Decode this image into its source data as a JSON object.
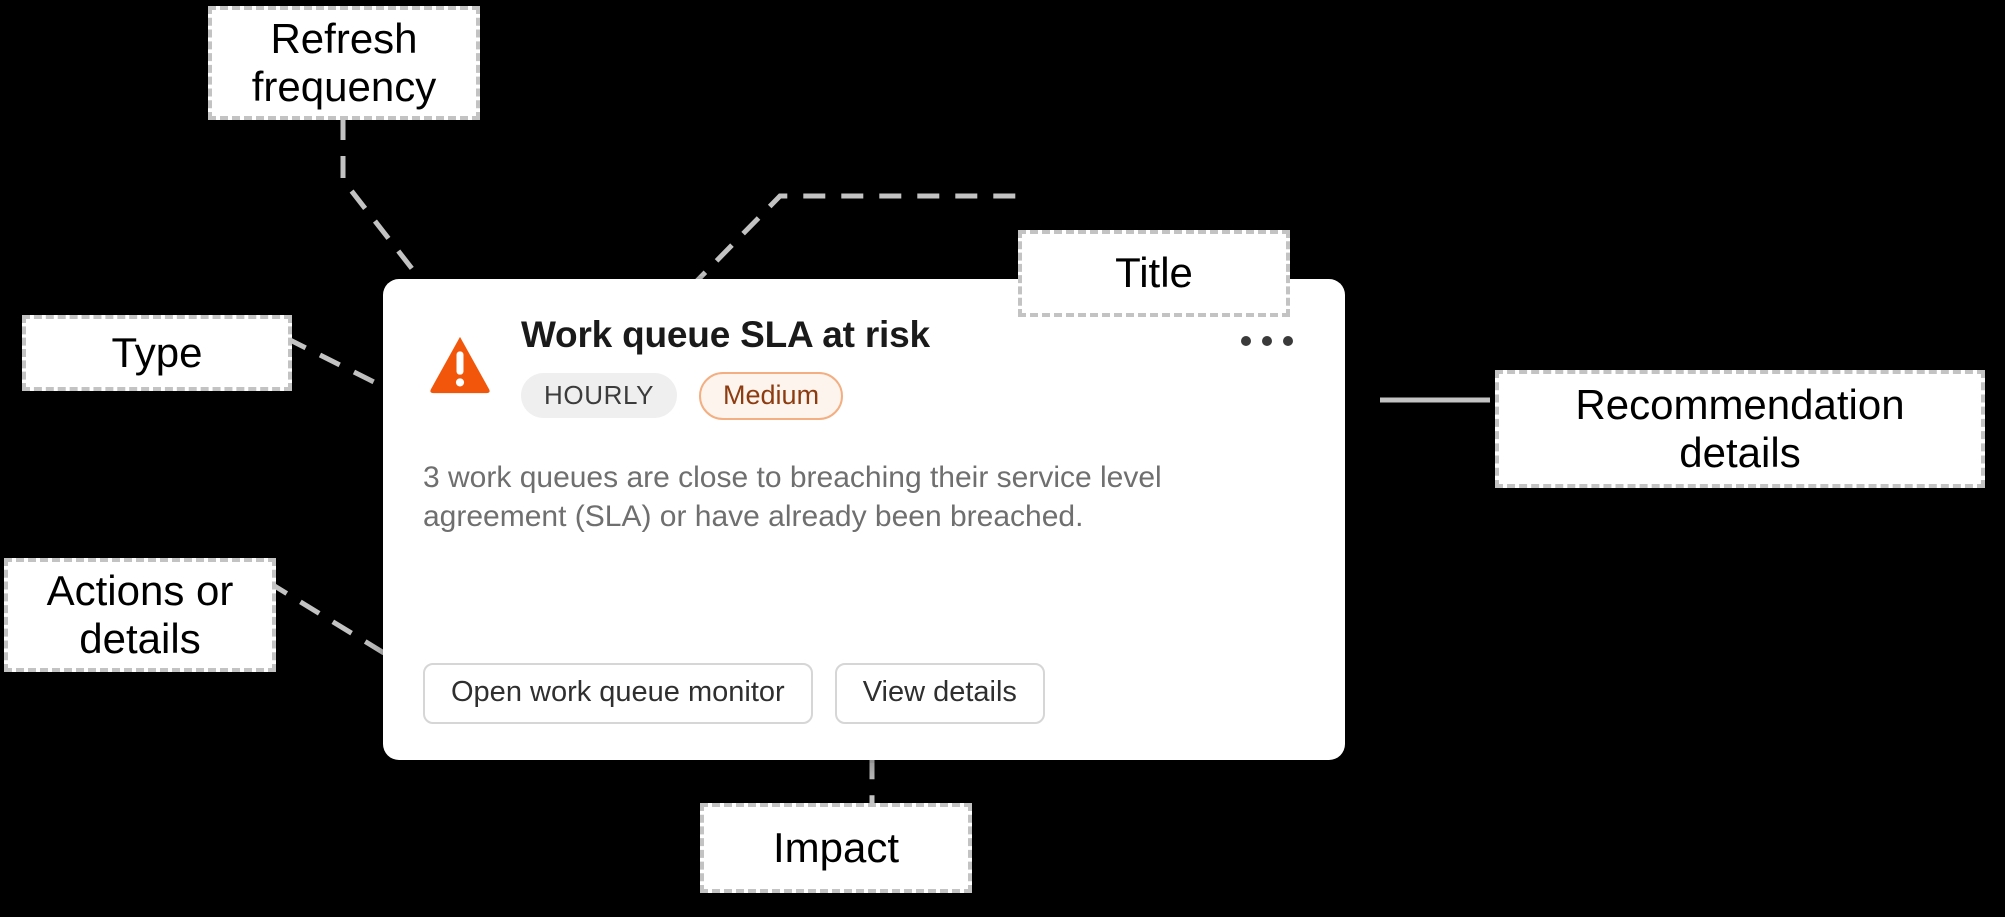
{
  "card": {
    "icon": "warning-triangle-icon",
    "icon_color": "#F2560A",
    "title": "Work queue SLA at risk",
    "frequency_badge": "HOURLY",
    "severity_badge": "Medium",
    "severity_color": "#8C3C10",
    "menu_icon": "ellipsis-icon",
    "body": "3 work queues are close to breaching their service level agreement (SLA) or have already been breached.",
    "actions": [
      {
        "label": "Open work queue monitor"
      },
      {
        "label": "View details"
      }
    ]
  },
  "annotations": {
    "refresh_frequency": "Refresh frequency",
    "type": "Type",
    "title": "Title",
    "recommendation_details": "Recommendation details",
    "actions_or_details": "Actions or details",
    "impact": "Impact"
  },
  "colors": {
    "background": "#000000",
    "callout_border": "#C3C3C3",
    "card_background": "#FFFFFF",
    "accent_orange": "#F2560A",
    "body_text": "#6F6F6F"
  }
}
